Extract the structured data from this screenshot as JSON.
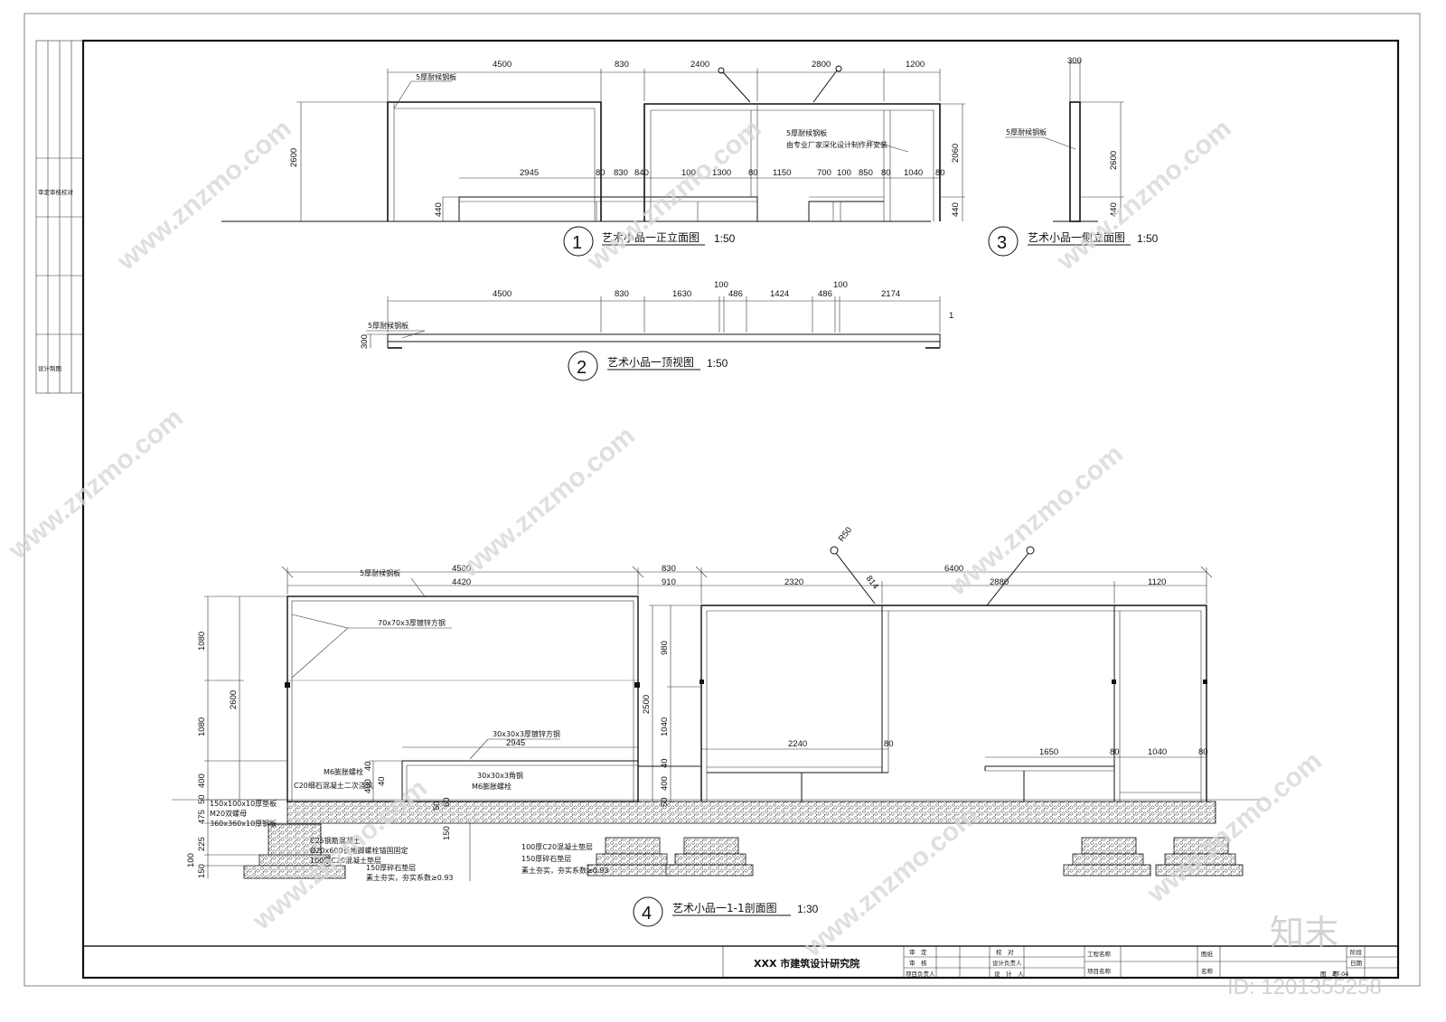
{
  "institute": "XXX 市建筑设计研究院",
  "watermark": {
    "site": "www.znzmo.com",
    "logo": "知末",
    "id": "ID: 1201355258"
  },
  "title_block": {
    "review": "审　定",
    "check": "审　核",
    "project_lead": "项目负责人",
    "proof": "校　对",
    "design_lead": "设计负责人",
    "designer": "设　计　人",
    "project_name": "工程名称",
    "item_name": "项目名称",
    "drawing_label": "图纸",
    "name_label": "名称",
    "stage_label": "阶段",
    "date_label": "日期",
    "number_label": "图　号",
    "number_value": "ZT-04"
  },
  "views": {
    "v1": {
      "num": "1",
      "title": "艺术小品一正立面图",
      "scale": "1:50"
    },
    "v2": {
      "num": "2",
      "title": "艺术小品一顶视图",
      "scale": "1:50"
    },
    "v3": {
      "num": "3",
      "title": "艺术小品一侧立面图",
      "scale": "1:50"
    },
    "v4": {
      "num": "4",
      "title": "艺术小品一1-1剖面图",
      "scale": "1:30"
    }
  },
  "front_elevation": {
    "top_dims": [
      "4500",
      "830",
      "2400",
      "2800",
      "1200"
    ],
    "mid_dims": [
      "2945",
      "80",
      "830",
      "840",
      "100",
      "1300",
      "80",
      "1150",
      "700",
      "100",
      "850",
      "80",
      "1040",
      "80"
    ],
    "left_dims": [
      "2600",
      "440"
    ],
    "right_dims": [
      "2060",
      "440"
    ],
    "notes": [
      "5厚耐候钢板",
      "5厚耐候钢板",
      "由专业厂家深化设计制作并安装"
    ]
  },
  "top_view": {
    "dims": [
      "4500",
      "830",
      "1630",
      "100",
      "486",
      "1424",
      "486",
      "100",
      "2174"
    ],
    "left_dim": "300",
    "note": "5厚耐候钢板",
    "cut_mark": "1"
  },
  "side_elevation": {
    "top_dim": "300",
    "right_dims": [
      "2600",
      "440"
    ],
    "note": "5厚耐候钢板"
  },
  "section": {
    "top_dims": [
      "4500",
      "830",
      "6400"
    ],
    "top_dims2": [
      "4420",
      "910",
      "2320",
      "2880",
      "1120"
    ],
    "radius": "R50",
    "rod": "814",
    "left_dims": [
      "1080",
      "1080",
      "400",
      "50",
      "475",
      "225",
      "100",
      "150"
    ],
    "left_dim_total": "2600",
    "mid_dims": [
      "980",
      "1040",
      "400",
      "40",
      "50"
    ],
    "mid_dim_total": "2500",
    "bench_dims": [
      "2945",
      "40",
      "400",
      "40",
      "50",
      "150",
      "60"
    ],
    "inner_dims": [
      "2240",
      "80",
      "1650",
      "80",
      "1040",
      "80"
    ],
    "notes": {
      "steel_plate": "5厚耐候钢板",
      "tube70": "70x70x3厚镀锌方钢",
      "tube30": "30x30x3厚镀锌方钢",
      "angle30": "30x30x3角钢",
      "bolt_a": "M6膨胀螺栓",
      "bolt_b": "M6膨胀螺栓",
      "concrete2": "C20细石混凝土二次浇筑",
      "plate150": "150x100x10厚垫板",
      "nut": "M20双螺母",
      "plate360": "360x360x10厚钢板",
      "c25": "C25钢筋混凝土",
      "anchor": "Ø20x600长地脚螺栓锚固固定",
      "c20pad_l": "100厚C20混凝土垫层",
      "gravel_l": "150厚碎石垫层",
      "soil_l": "素土夯实，夯实系数≥0.93",
      "c20pad_r": "100厚C20混凝土垫层",
      "gravel_r": "150厚碎石垫层",
      "soil_r": "素土夯实，夯实系数≥0.93"
    }
  },
  "left_strip": [
    "审定",
    "审核",
    "校对",
    "设计",
    "制图"
  ]
}
